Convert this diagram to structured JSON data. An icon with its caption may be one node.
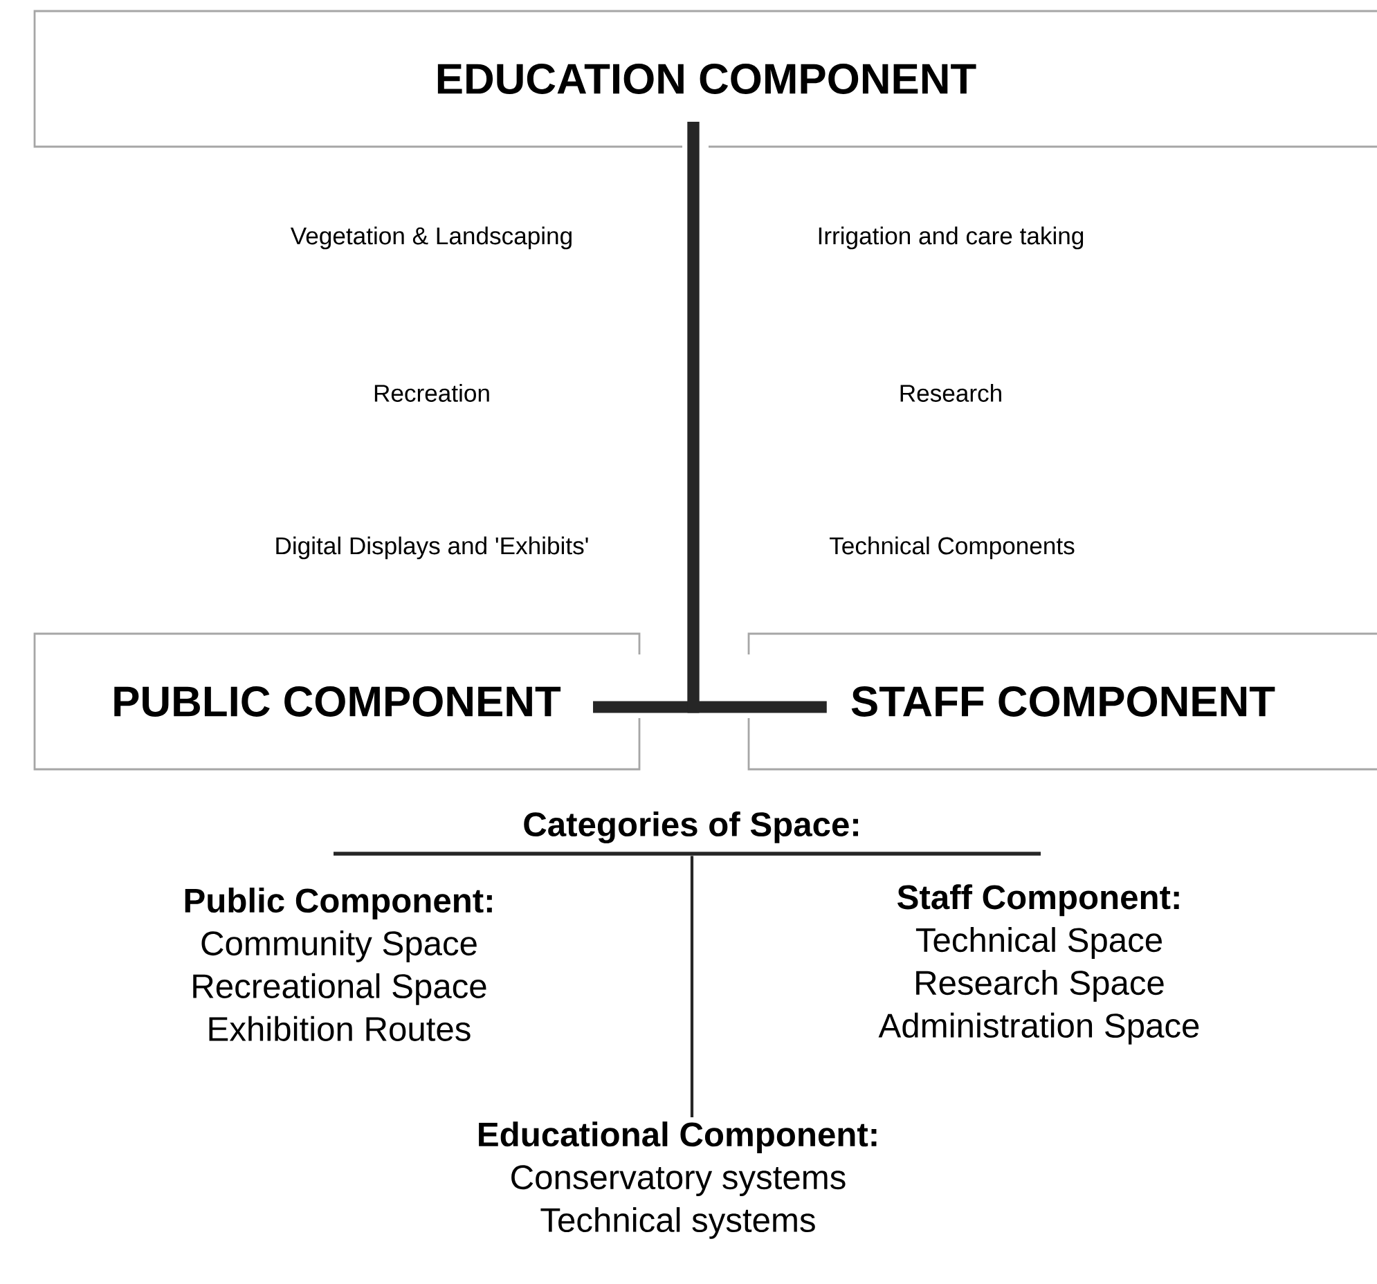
{
  "diagram": {
    "nodes": [
      {
        "text": [
          "EDUCATION COMPONENT"
        ]
      },
      {
        "text": [
          "PUBLIC COMPONENT"
        ]
      },
      {
        "text": [
          "STAFF COMPONENT"
        ]
      },
      {
        "text": [
          "Categories of Space:"
        ]
      },
      {
        "text": [
          "Public Component:",
          "Community Space",
          "Recreational Space",
          "Exhibition Routes"
        ]
      },
      {
        "text": [
          "Staff Component:",
          "Technical Space",
          "Research Space",
          "Administration Space"
        ]
      },
      {
        "text": [
          "Educational Component:",
          "Conservatory systems",
          "Technical systems"
        ]
      }
    ],
    "edges": [
      {
        "from": 0,
        "to": 1,
        "arrow": "none"
      },
      {
        "from": 0,
        "to": 2,
        "arrow": "none"
      },
      {
        "from": 3,
        "to": 6,
        "arrow": "none"
      }
    ],
    "labels": [
      "Vegetation & Landscaping",
      "Irrigation and care taking",
      "Recreation",
      "Research",
      "Digital Displays and 'Exhibits'",
      "Technical Components"
    ]
  }
}
